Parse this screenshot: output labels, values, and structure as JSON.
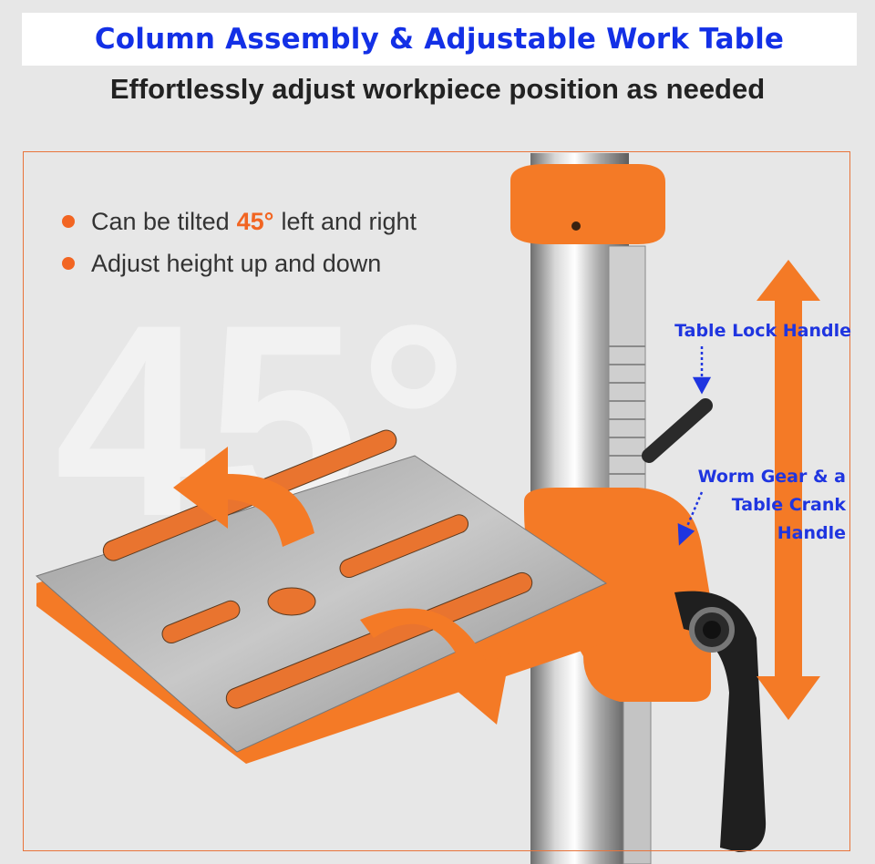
{
  "header": {
    "title": "Column Assembly & Adjustable Work Table",
    "subtitle": "Effortlessly adjust workpiece position as needed"
  },
  "watermark": "45°",
  "features": {
    "tilt": {
      "prefix": "Can be tilted",
      "highlight": "45°",
      "suffix": "left and right"
    },
    "height": "Adjust height up and down"
  },
  "annotations": {
    "table_lock": "Table Lock Handle",
    "worm_gear_line1": "Worm Gear & a",
    "worm_gear_line2": "Table Crank",
    "worm_gear_line3": "Handle"
  },
  "colors": {
    "accent": "#f26522",
    "annotation": "#1f35e0",
    "title": "#1330e6"
  }
}
